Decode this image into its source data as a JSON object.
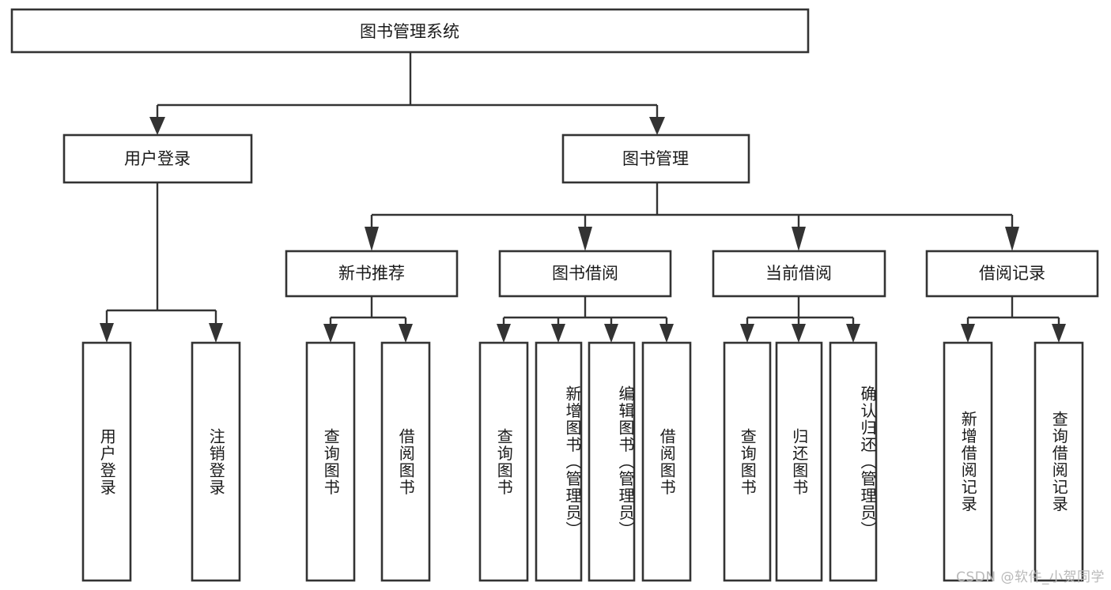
{
  "diagram": {
    "type": "tree-hierarchy-chart",
    "title": "图书管理系统",
    "root": {
      "label": "图书管理系统",
      "level": 0
    },
    "level1": [
      {
        "id": "user-login",
        "label": "用户登录"
      },
      {
        "id": "book-management",
        "label": "图书管理"
      }
    ],
    "level2": [
      {
        "id": "new-book-recommend",
        "label": "新书推荐",
        "parent": "book-management"
      },
      {
        "id": "book-borrow",
        "label": "图书借阅",
        "parent": "book-management"
      },
      {
        "id": "current-borrow",
        "label": "当前借阅",
        "parent": "book-management"
      },
      {
        "id": "borrow-record",
        "label": "借阅记录",
        "parent": "book-management"
      }
    ],
    "leaves": {
      "user-login": [
        {
          "id": "leaf-user-login",
          "label": "用户登录"
        },
        {
          "id": "leaf-user-logout",
          "label": "注销登录"
        }
      ],
      "new-book-recommend": [
        {
          "id": "leaf-query-book-1",
          "label": "查询图书"
        },
        {
          "id": "leaf-borrow-book-1",
          "label": "借阅图书"
        }
      ],
      "book-borrow": [
        {
          "id": "leaf-query-book-2",
          "label": "查询图书"
        },
        {
          "id": "leaf-add-book",
          "label": "新增图书（管理员）"
        },
        {
          "id": "leaf-edit-book",
          "label": "编辑图书（管理员）"
        },
        {
          "id": "leaf-borrow-book-2",
          "label": "借阅图书"
        }
      ],
      "current-borrow": [
        {
          "id": "leaf-query-book-3",
          "label": "查询图书"
        },
        {
          "id": "leaf-return-book",
          "label": "归还图书"
        },
        {
          "id": "leaf-confirm-return",
          "label": "确认归还（管理员）"
        }
      ],
      "borrow-record": [
        {
          "id": "leaf-add-record",
          "label": "新增借阅记录"
        },
        {
          "id": "leaf-query-record",
          "label": "查询借阅记录"
        }
      ]
    }
  },
  "watermark": {
    "text": "CSDN @软件_小贺同学"
  },
  "colors": {
    "box_stroke": "#333333",
    "box_fill": "#ffffff",
    "text": "#1a1a1a",
    "watermark": "#b9b9b9",
    "background": "#ffffff"
  }
}
